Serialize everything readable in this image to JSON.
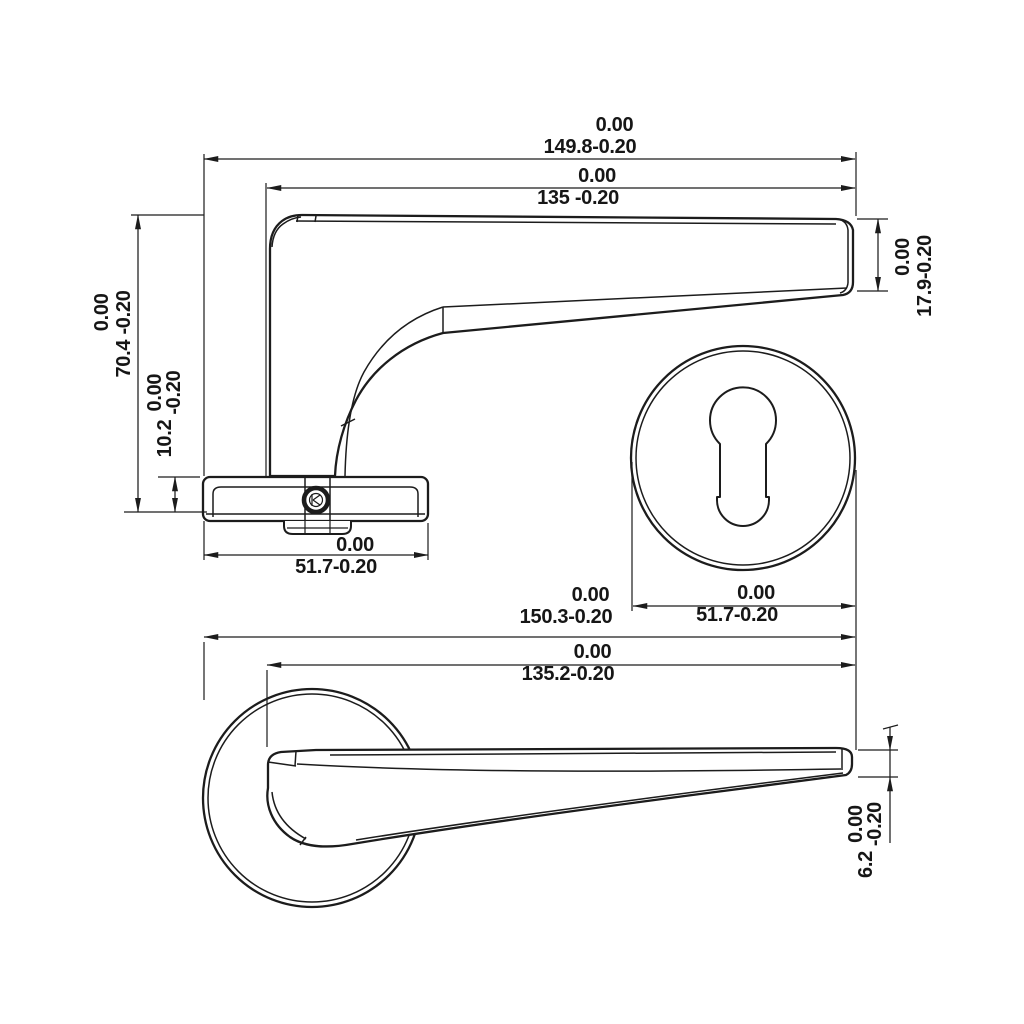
{
  "drawing": {
    "colors": {
      "background": "#ffffff",
      "line": "#1c1c1c",
      "text": "#161616"
    },
    "dims": {
      "len_overall_side": {
        "tol": "0.00",
        "nominal": "149.8-0.20"
      },
      "len_lever_side": {
        "tol": "0.00",
        "nominal": "135 -0.20"
      },
      "lever_end_height": {
        "tol": "0.00",
        "nominal": "17.9-0.20"
      },
      "handle_height": {
        "tol": "0.00",
        "nominal": "70.4 -0.20"
      },
      "rose_thickness_side": {
        "nominal": "10.2",
        "tol_upper": "0.00",
        "tol_lower": "-0.20"
      },
      "rose_width_side": {
        "tol": "0.00",
        "nominal": "51.7-0.20"
      },
      "escutcheon_diameter": {
        "tol": "0.00",
        "nominal": "51.7-0.20"
      },
      "len_overall_plan": {
        "tol": "0.00",
        "nominal": "150.3-0.20"
      },
      "len_lever_plan": {
        "tol": "0.00",
        "nominal": "135.2-0.20"
      },
      "lever_end_thickness": {
        "nominal": "6.2",
        "tol_upper": "0.00",
        "tol_lower": "-0.20"
      }
    }
  }
}
